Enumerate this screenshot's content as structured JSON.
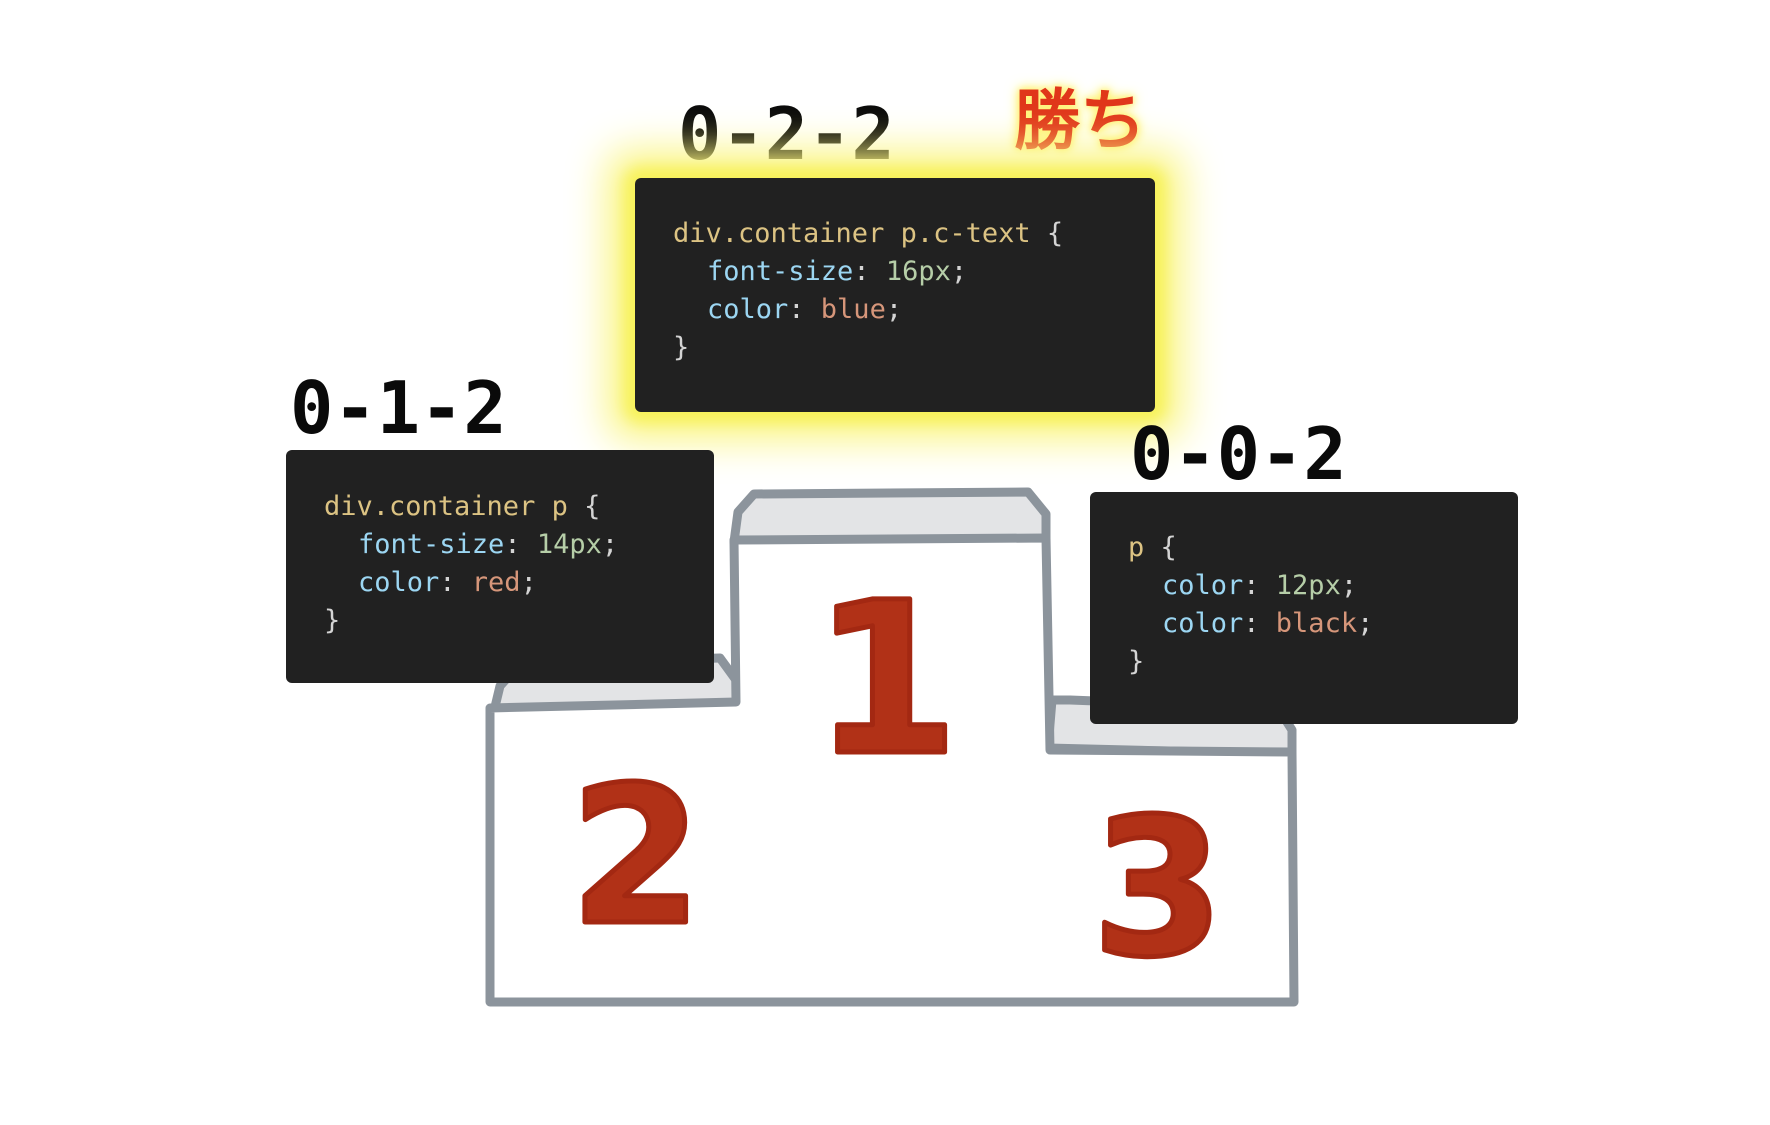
{
  "winner_label": "勝ち",
  "podium": {
    "places": [
      "1",
      "2",
      "3"
    ],
    "colors": {
      "number": "#b13117",
      "outline": "#8c949c",
      "top_face": "#e3e4e6",
      "body": "#ffffff"
    }
  },
  "rules": {
    "first": {
      "score": "0-2-2",
      "selector": "div.container p.c-text",
      "declarations": [
        {
          "property": "font-size",
          "value": "16px"
        },
        {
          "property": "color",
          "value": "blue"
        }
      ]
    },
    "second": {
      "score": "0-1-2",
      "selector": "div.container p",
      "declarations": [
        {
          "property": "font-size",
          "value": "14px"
        },
        {
          "property": "color",
          "value": "red"
        }
      ]
    },
    "third": {
      "score": "0-0-2",
      "selector": "p",
      "declarations": [
        {
          "property": "color",
          "value": "12px"
        },
        {
          "property": "color",
          "value": "black"
        }
      ]
    }
  },
  "syntax_colors": {
    "background": "#212121",
    "selector": "#dcc383",
    "property": "#9cd6f2",
    "number": "#b6cea8",
    "keyword": "#d6967a",
    "highlight_glow": "#f7f25a",
    "winner_text": "#e0361a"
  }
}
